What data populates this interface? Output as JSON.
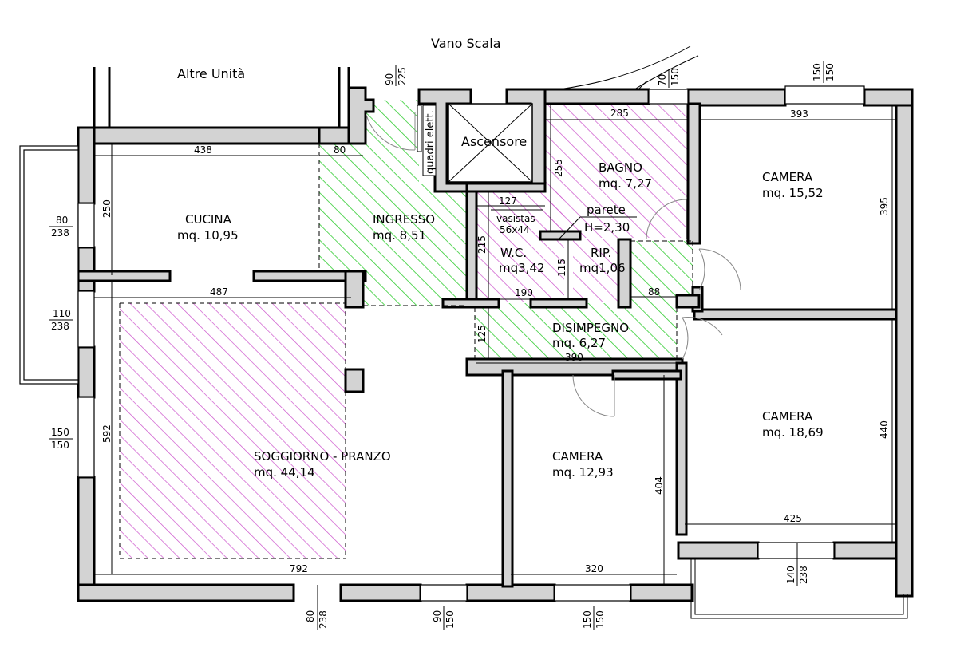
{
  "labels": {
    "vano_scala": "Vano Scala",
    "altre_unita": "Altre Unità",
    "ascensore": "Ascensore",
    "quadri": "quadri elett.",
    "vasistas": "vasistas",
    "vasistas_size": "56x44",
    "parete": "parete",
    "parete_h": "H=2,30"
  },
  "rooms": {
    "cucina": {
      "name": "CUCINA",
      "area": "mq. 10,95"
    },
    "ingresso": {
      "name": "INGRESSO",
      "area": "mq. 8,51"
    },
    "bagno": {
      "name": "BAGNO",
      "area": "mq. 7,27"
    },
    "camera1": {
      "name": "CAMERA",
      "area": "mq. 15,52"
    },
    "wc": {
      "name": "W.C.",
      "area": "mq3,42"
    },
    "rip": {
      "name": "RIP.",
      "area": "mq1,06"
    },
    "disimpegno": {
      "name": "DISIMPEGNO",
      "area": "mq. 6,27"
    },
    "soggiorno": {
      "name": "SOGGIORNO - PRANZO",
      "area": "mq. 44,14"
    },
    "camera2": {
      "name": "CAMERA",
      "area": "mq. 12,93"
    },
    "camera3": {
      "name": "CAMERA",
      "area": "mq. 18,69"
    }
  },
  "dimensions": {
    "cucina_w": "438",
    "cucina_h": "250",
    "ingresso_w": "80",
    "bagno_w": "285",
    "bagno_h": "255",
    "camera1_w": "393",
    "camera1_h": "395",
    "wc_w": "127",
    "wc_h": "215",
    "wc_bottom": "190",
    "rip_h": "115",
    "dis_w": "88",
    "dis_h": "125",
    "dis_bottom": "390",
    "sogg_top": "487",
    "sogg_h": "592",
    "sogg_bottom": "792",
    "camera2_w": "320",
    "camera2_h": "404",
    "camera3_h": "440",
    "camera3_w": "425"
  },
  "windows": {
    "w_top_entry": [
      "90",
      "225"
    ],
    "w_top_stair": [
      "70",
      "150"
    ],
    "w_top_camera": [
      "150",
      "150"
    ],
    "w_left_cucina": [
      "80",
      "238"
    ],
    "w_left_door": [
      "110",
      "238"
    ],
    "w_left_sogg": [
      "150",
      "150"
    ],
    "w_bottom_1": [
      "80",
      "238"
    ],
    "w_bottom_2": [
      "90",
      "150"
    ],
    "w_bottom_3": [
      "150",
      "150"
    ],
    "w_bottom_right": [
      "140",
      "238"
    ]
  },
  "colors": {
    "wall": "#d3d3d3",
    "green_hatch": "#33cc33",
    "magenta_hatch": "#cc55cc"
  }
}
